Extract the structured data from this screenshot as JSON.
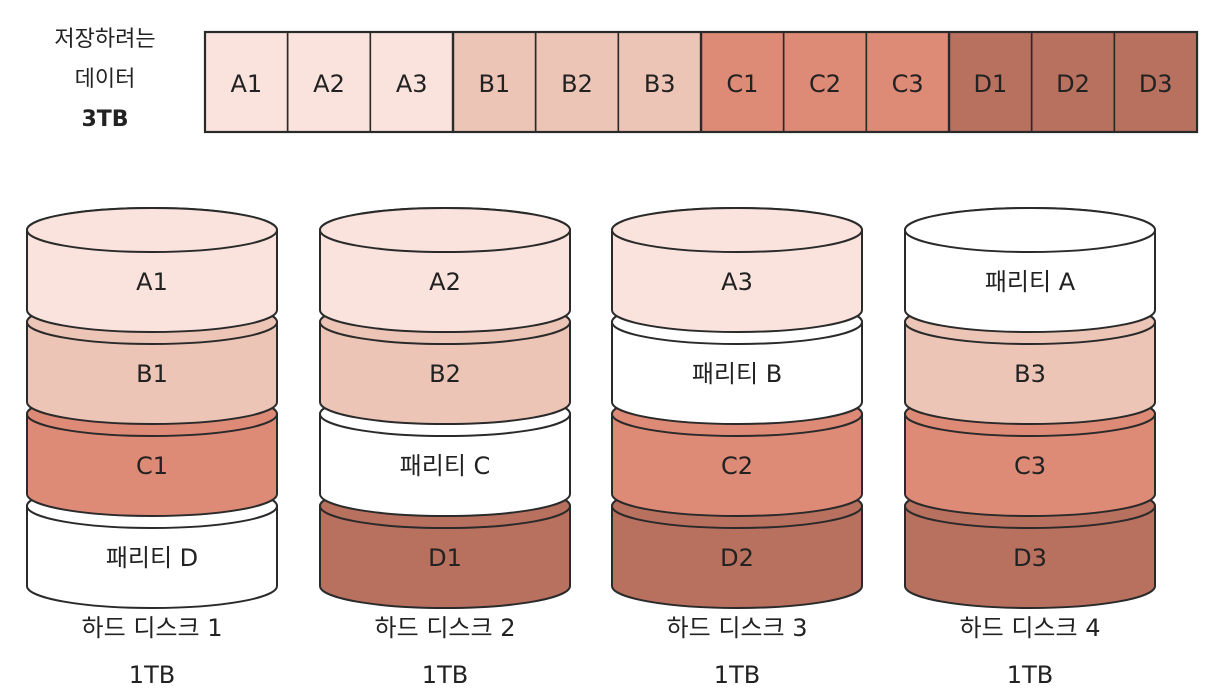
{
  "data_title": {
    "line1": "저장하려는",
    "line2": "데이터",
    "line3": "3TB"
  },
  "colors": {
    "A": "#f9e3dc",
    "B": "#edc5b7",
    "C": "#dd8a77",
    "D": "#b8705f",
    "parity": "#ffffff",
    "outline": "#2a2a2a"
  },
  "blocks": [
    {
      "label": "A1",
      "group": "A"
    },
    {
      "label": "A2",
      "group": "A"
    },
    {
      "label": "A3",
      "group": "A"
    },
    {
      "label": "B1",
      "group": "B"
    },
    {
      "label": "B2",
      "group": "B"
    },
    {
      "label": "B3",
      "group": "B"
    },
    {
      "label": "C1",
      "group": "C"
    },
    {
      "label": "C2",
      "group": "C"
    },
    {
      "label": "C3",
      "group": "C"
    },
    {
      "label": "D1",
      "group": "D"
    },
    {
      "label": "D2",
      "group": "D"
    },
    {
      "label": "D3",
      "group": "D"
    }
  ],
  "disks": [
    {
      "name": "하드 디스크 1",
      "size": "1TB",
      "layers": [
        {
          "label": "A1",
          "group": "A"
        },
        {
          "label": "B1",
          "group": "B"
        },
        {
          "label": "C1",
          "group": "C"
        },
        {
          "label": "패리티 D",
          "group": "parity"
        }
      ]
    },
    {
      "name": "하드 디스크 2",
      "size": "1TB",
      "layers": [
        {
          "label": "A2",
          "group": "A"
        },
        {
          "label": "B2",
          "group": "B"
        },
        {
          "label": "패리티 C",
          "group": "parity"
        },
        {
          "label": "D1",
          "group": "D"
        }
      ]
    },
    {
      "name": "하드 디스크 3",
      "size": "1TB",
      "layers": [
        {
          "label": "A3",
          "group": "A"
        },
        {
          "label": "패리티 B",
          "group": "parity"
        },
        {
          "label": "C2",
          "group": "C"
        },
        {
          "label": "D2",
          "group": "D"
        }
      ]
    },
    {
      "name": "하드 디스크 4",
      "size": "1TB",
      "layers": [
        {
          "label": "패리티 A",
          "group": "parity"
        },
        {
          "label": "B3",
          "group": "B"
        },
        {
          "label": "C3",
          "group": "C"
        },
        {
          "label": "D3",
          "group": "D"
        }
      ]
    }
  ]
}
